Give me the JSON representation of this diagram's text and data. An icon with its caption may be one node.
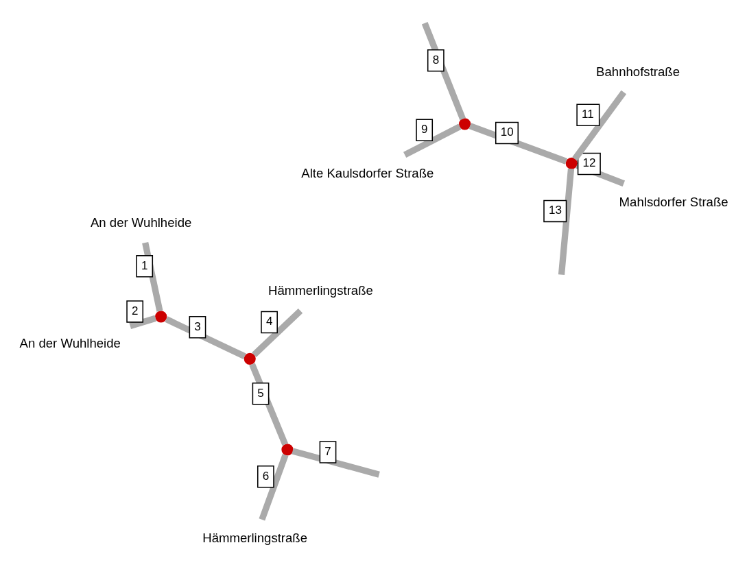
{
  "diagram": {
    "nodes": [
      {
        "text": [
          "Hämmerlingstraße"
        ]
      },
      {
        "text": [
          "Alte Kaulsdorfer Straße"
        ]
      },
      {
        "text": [
          "Mahlsdorfer Straße"
        ]
      },
      {
        "text": [],
        "shape": "circle"
      },
      {
        "text": [],
        "shape": "circle"
      },
      {
        "text": [],
        "shape": "circle"
      },
      {
        "text": [
          "Bahnhofstraße"
        ]
      },
      {
        "text": [],
        "shape": "circle"
      },
      {
        "text": [
          "Hämmerlingstraße"
        ]
      },
      {
        "text": [
          "An der Wuhlheide"
        ]
      },
      {
        "text": [],
        "shape": "circle"
      },
      {
        "text": [
          "An der Wuhlheide"
        ]
      }
    ],
    "edges": [
      {
        "from": 9,
        "to": 10,
        "arrow": "none",
        "label": "1"
      },
      {
        "from": 10,
        "to": 11,
        "arrow": "none",
        "label": "2"
      },
      {
        "from": 10,
        "to": 7,
        "arrow": "none",
        "label": "3"
      },
      {
        "from": 7,
        "to": 8,
        "arrow": "none",
        "label": "4"
      },
      {
        "from": 7,
        "to": 3,
        "arrow": "none",
        "label": "5"
      },
      {
        "from": 3,
        "to": 0,
        "arrow": "none",
        "label": "6"
      },
      {
        "from": 3,
        "to": null,
        "arrow": "none",
        "label": "7"
      },
      {
        "from": null,
        "to": 4,
        "arrow": "none",
        "label": "8"
      },
      {
        "from": 4,
        "to": 1,
        "arrow": "none",
        "label": "9"
      },
      {
        "from": 4,
        "to": 5,
        "arrow": "none",
        "label": "10"
      },
      {
        "from": 5,
        "to": 6,
        "arrow": "none",
        "label": "11"
      },
      {
        "from": 5,
        "to": 2,
        "arrow": "none",
        "label": "12"
      },
      {
        "from": 5,
        "to": null,
        "arrow": "none",
        "label": "13"
      }
    ]
  }
}
